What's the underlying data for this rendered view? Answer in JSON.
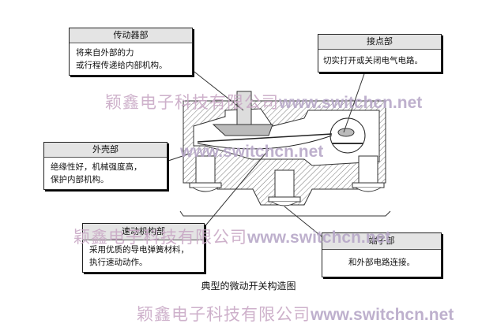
{
  "callouts": {
    "actuator": {
      "title": "传动器部",
      "text1": "将来自外部的力",
      "text2": "或行程传递给内部机构。"
    },
    "contact": {
      "title": "接点部",
      "text1": "切实打开或关闭电气电路。"
    },
    "housing": {
      "title": "外壳部",
      "text1": "绝缘性好，机械强度高，",
      "text2": "保护内部机构。"
    },
    "snap": {
      "title": "速动机构部",
      "text1": "采用优质的导电弹簧材料，",
      "text2": "执行速动动作。"
    },
    "terminal": {
      "title": "端子部",
      "text1": "和外部电路连接。"
    }
  },
  "caption": "典型的微动开关构造图",
  "watermark": {
    "company": "颖鑫电子科技有限公司",
    "url": "www.switchcn.net"
  }
}
